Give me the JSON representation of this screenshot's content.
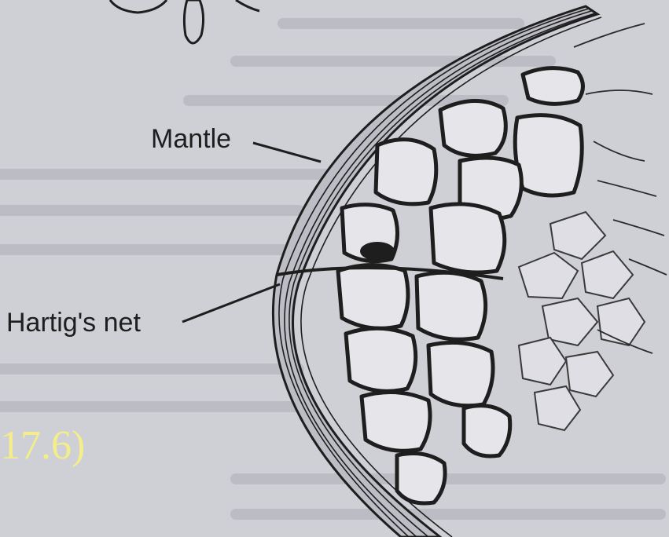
{
  "labels": {
    "mantle": "Mantle",
    "hartig_net": "Hartig's net"
  },
  "figure_number": "17.6)",
  "colors": {
    "paper": "#cfcfd6",
    "ink": "#1e1e1e",
    "cell_fill": "#e6e6ea",
    "figure_number": "#f3ee8a"
  }
}
